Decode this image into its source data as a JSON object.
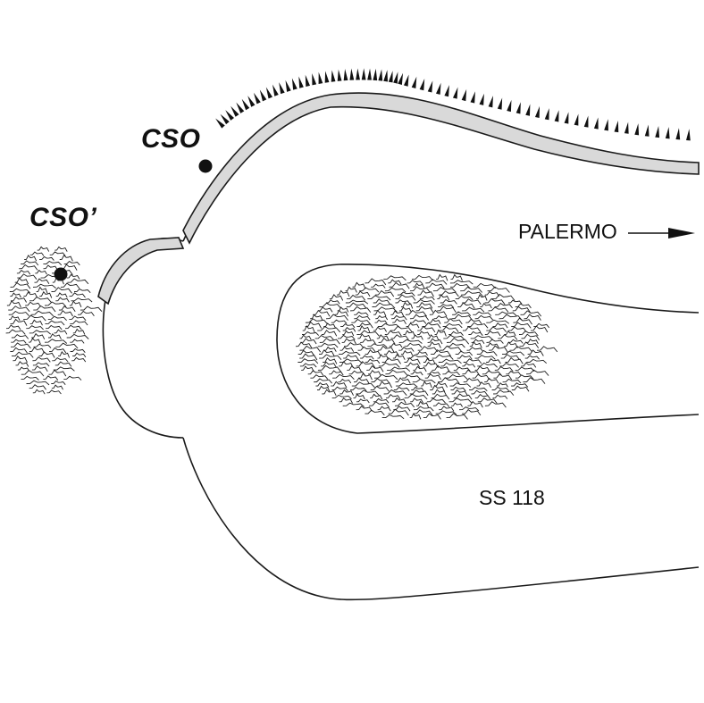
{
  "labels": {
    "cso": "CSO",
    "cso_prime": "CSO’",
    "direction": "PALERMO",
    "road": "SS 118"
  },
  "colors": {
    "line": "#1a1a1a",
    "wall_fill": "#d9d9d9",
    "point": "#111111"
  },
  "icons": {
    "direction_arrow": "arrow-right-icon",
    "point_marker": "filled-circle-icon"
  }
}
